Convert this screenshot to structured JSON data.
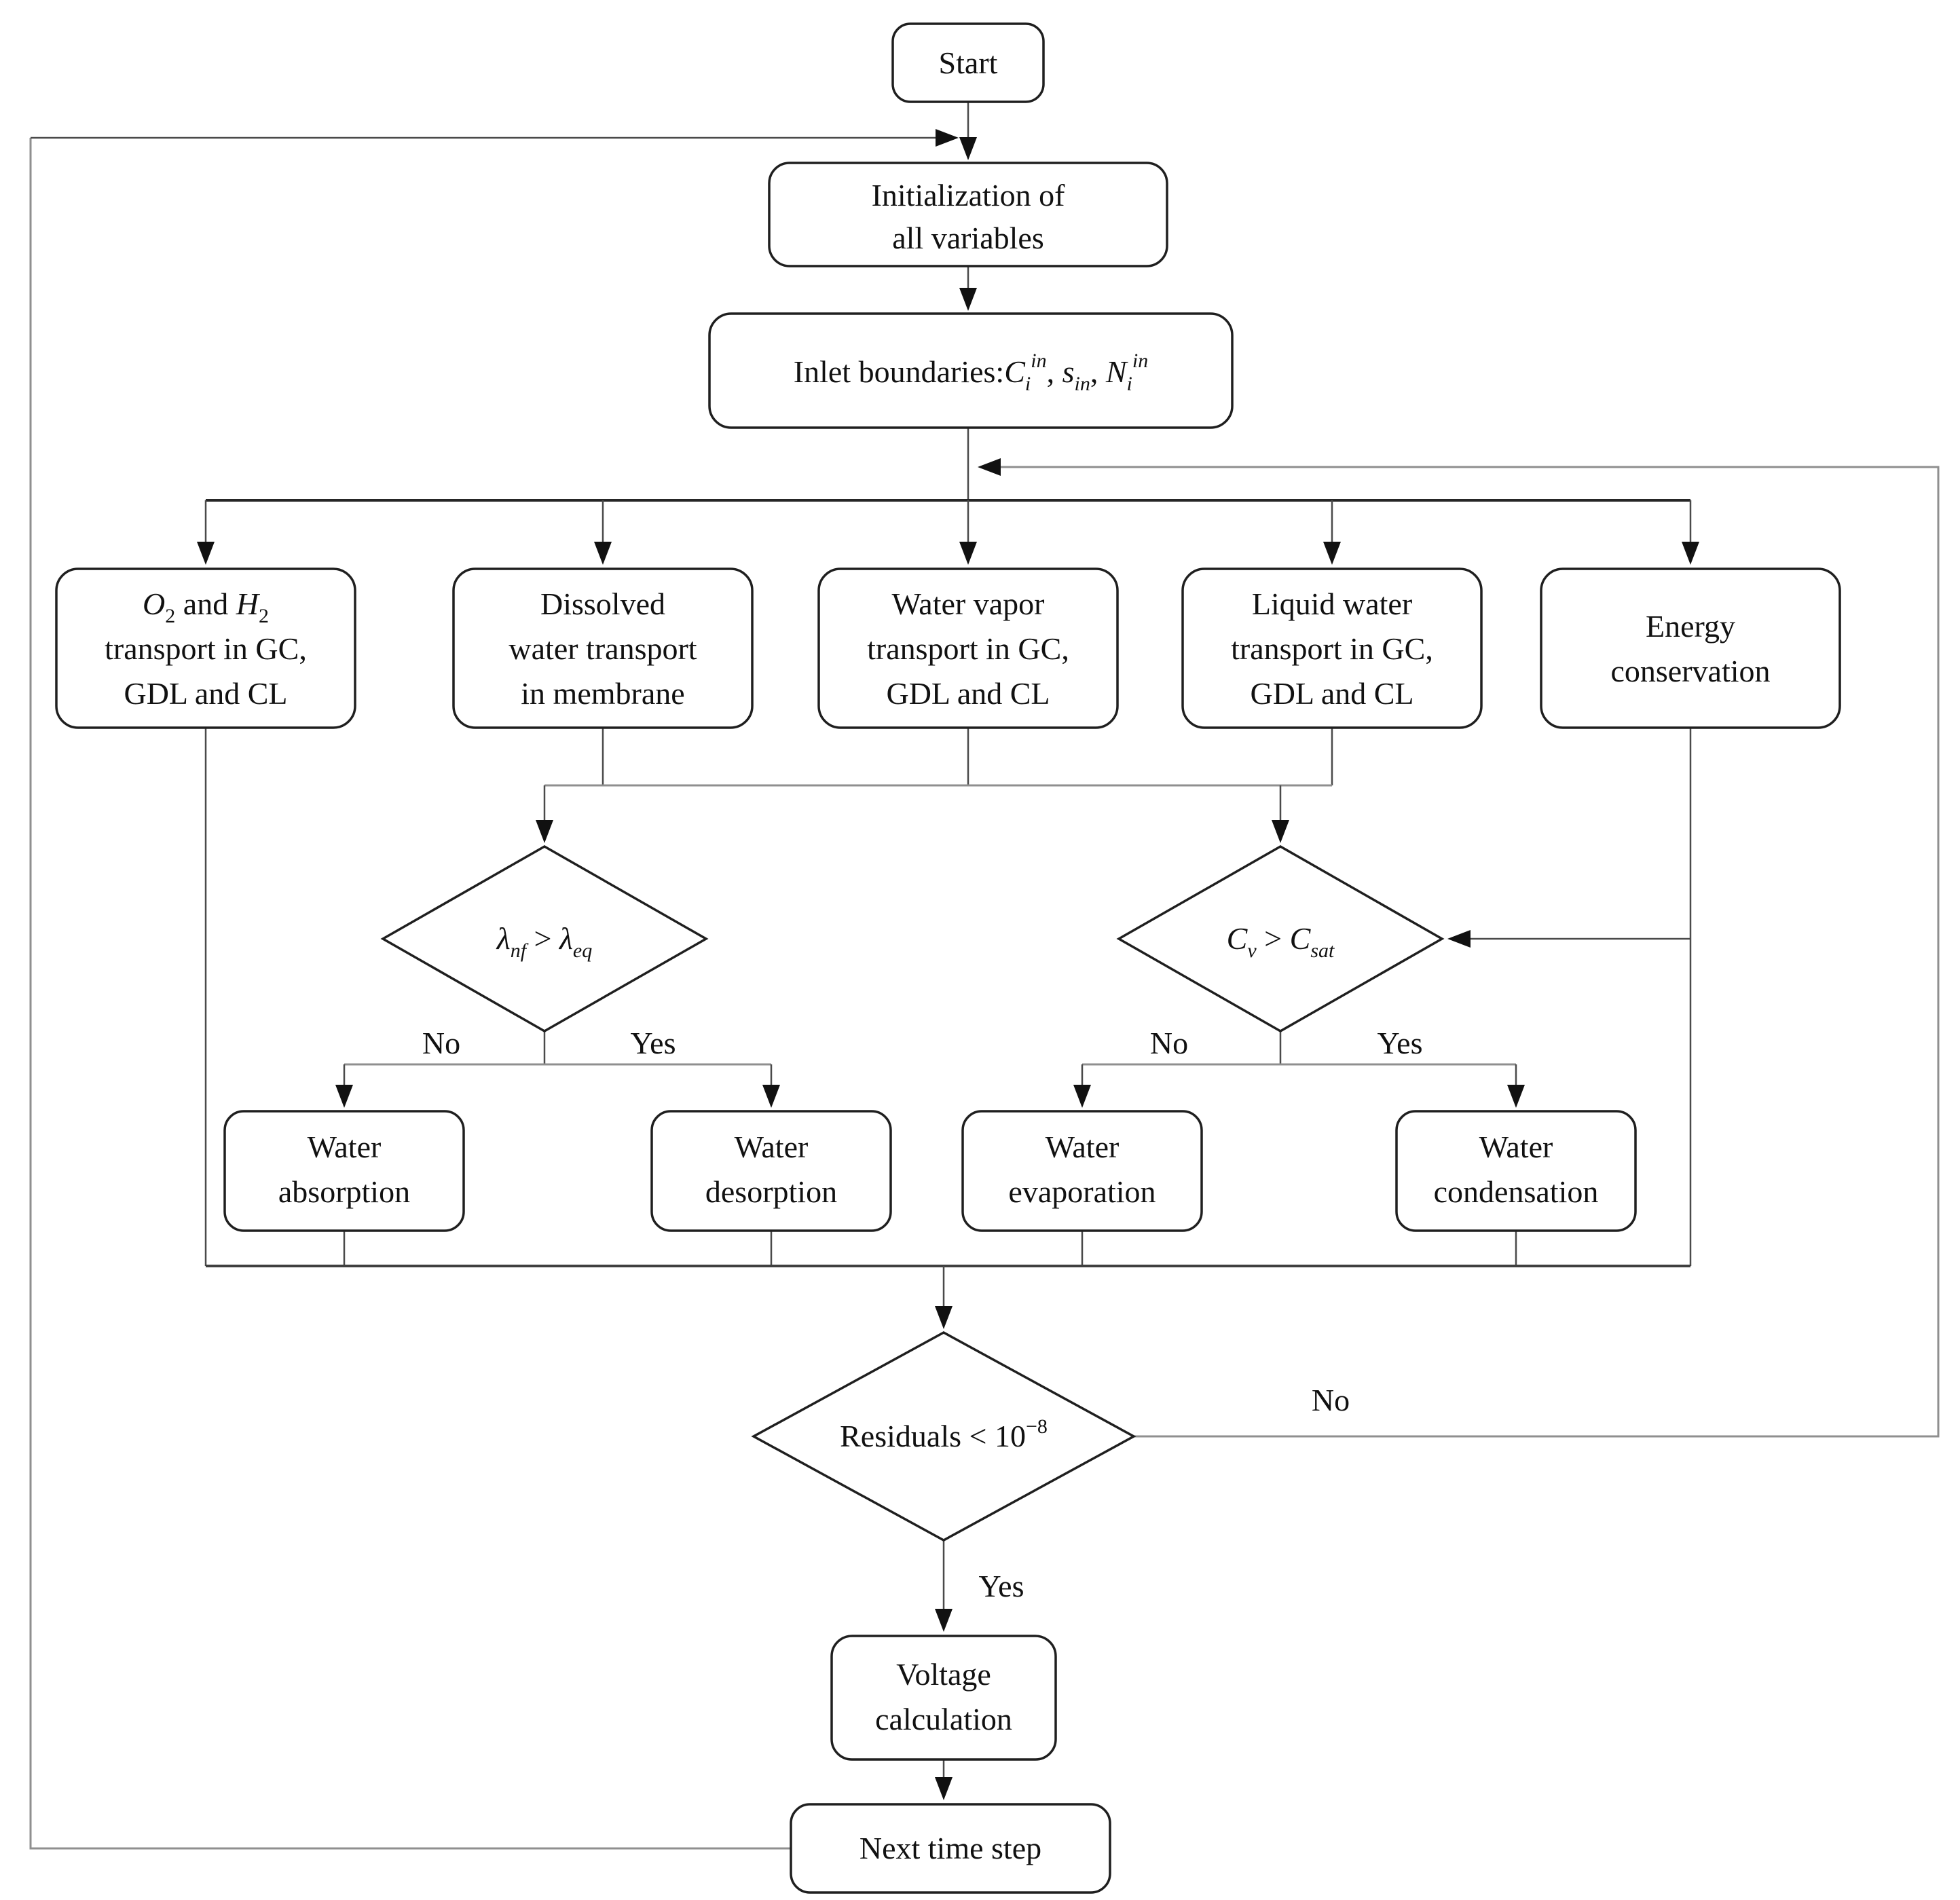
{
  "diagram_type": "flowchart",
  "colors": {
    "background": "#ffffff",
    "box_border": "#1f1f1f",
    "line_dark": "#262626",
    "line_medium": "#4a4a4a",
    "line_gray": "#8f8f8f",
    "text": "#111111"
  },
  "nodes": {
    "start": {
      "label": "Start"
    },
    "init": {
      "line1": "Initialization of",
      "line2": "all variables"
    },
    "inlet": {
      "prefix": "Inlet boundaries:",
      "c_base": "C",
      "c_sub": "i",
      "c_sup": "in",
      "sep1": ", ",
      "s_base": "s",
      "s_sub": "in",
      "sep2": ", ",
      "n_base": "N",
      "n_sub": "i",
      "n_sup": "in"
    },
    "o2h2": {
      "o_base": "O",
      "o_sub": "2",
      "and": " and ",
      "h_base": "H",
      "h_sub": "2",
      "line2": "transport in GC,",
      "line3": "GDL and CL"
    },
    "dissolved": {
      "line1": "Dissolved",
      "line2": "water transport",
      "line3": "in membrane"
    },
    "vapor": {
      "line1": "Water vapor",
      "line2": "transport in GC,",
      "line3": "GDL and CL"
    },
    "liquid": {
      "line1": "Liquid water",
      "line2": "transport in GC,",
      "line3": "GDL and CL"
    },
    "energy": {
      "line1": "Energy",
      "line2": "conservation"
    },
    "lambda_decision": {
      "l1": "λ",
      "l1_sub": "nf",
      "op": " > ",
      "l2": "λ",
      "l2_sub": "eq"
    },
    "cv_decision": {
      "c1": "C",
      "c1_sub": "v",
      "op": " > ",
      "c2": "C",
      "c2_sub": "sat"
    },
    "absorption": {
      "line1": "Water",
      "line2": "absorption"
    },
    "desorption": {
      "line1": "Water",
      "line2": "desorption"
    },
    "evaporation": {
      "line1": "Water",
      "line2": "evaporation"
    },
    "condensation": {
      "line1": "Water",
      "line2": "condensation"
    },
    "residuals": {
      "base": "Residuals < 10",
      "sup": "−8"
    },
    "voltage": {
      "line1": "Voltage",
      "line2": "calculation"
    },
    "next_step": {
      "label": "Next time step"
    }
  },
  "edge_labels": {
    "lambda_no": "No",
    "lambda_yes": "Yes",
    "cv_no": "No",
    "cv_yes": "Yes",
    "residuals_no": "No",
    "residuals_yes": "Yes"
  }
}
